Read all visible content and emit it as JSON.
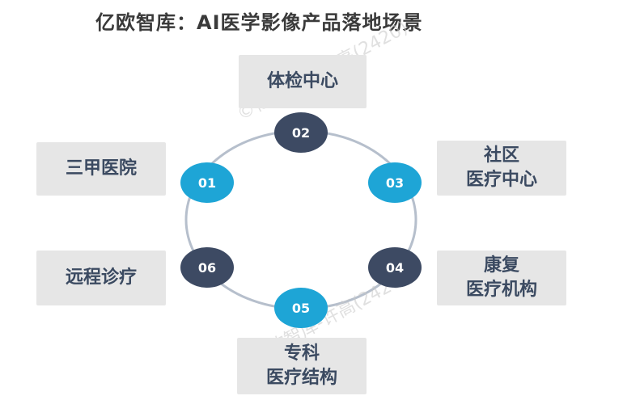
{
  "title": "亿欧智库：AI医学影像产品落地场景",
  "scenes": [
    {
      "num": "01",
      "label": [
        "三甲医院"
      ]
    },
    {
      "num": "02",
      "label": [
        "体检中心"
      ]
    },
    {
      "num": "03",
      "label": [
        "社区",
        "医疗中心"
      ]
    },
    {
      "num": "04",
      "label": [
        "康复",
        "医疗机构"
      ]
    },
    {
      "num": "05",
      "label": [
        "专科",
        "医疗结构"
      ]
    },
    {
      "num": "06",
      "label": [
        "远程诊疗"
      ]
    }
  ],
  "watermark": {
    "top": "©亿欧智库-许高(2420)",
    "bottom": "©亿欧智库-许高(2420)"
  },
  "colors": {
    "dark_node": "#3d4a63",
    "blue_node": "#1ea5d6",
    "box_bg": "#e6e6e6",
    "ring": "#b6bfcc"
  }
}
